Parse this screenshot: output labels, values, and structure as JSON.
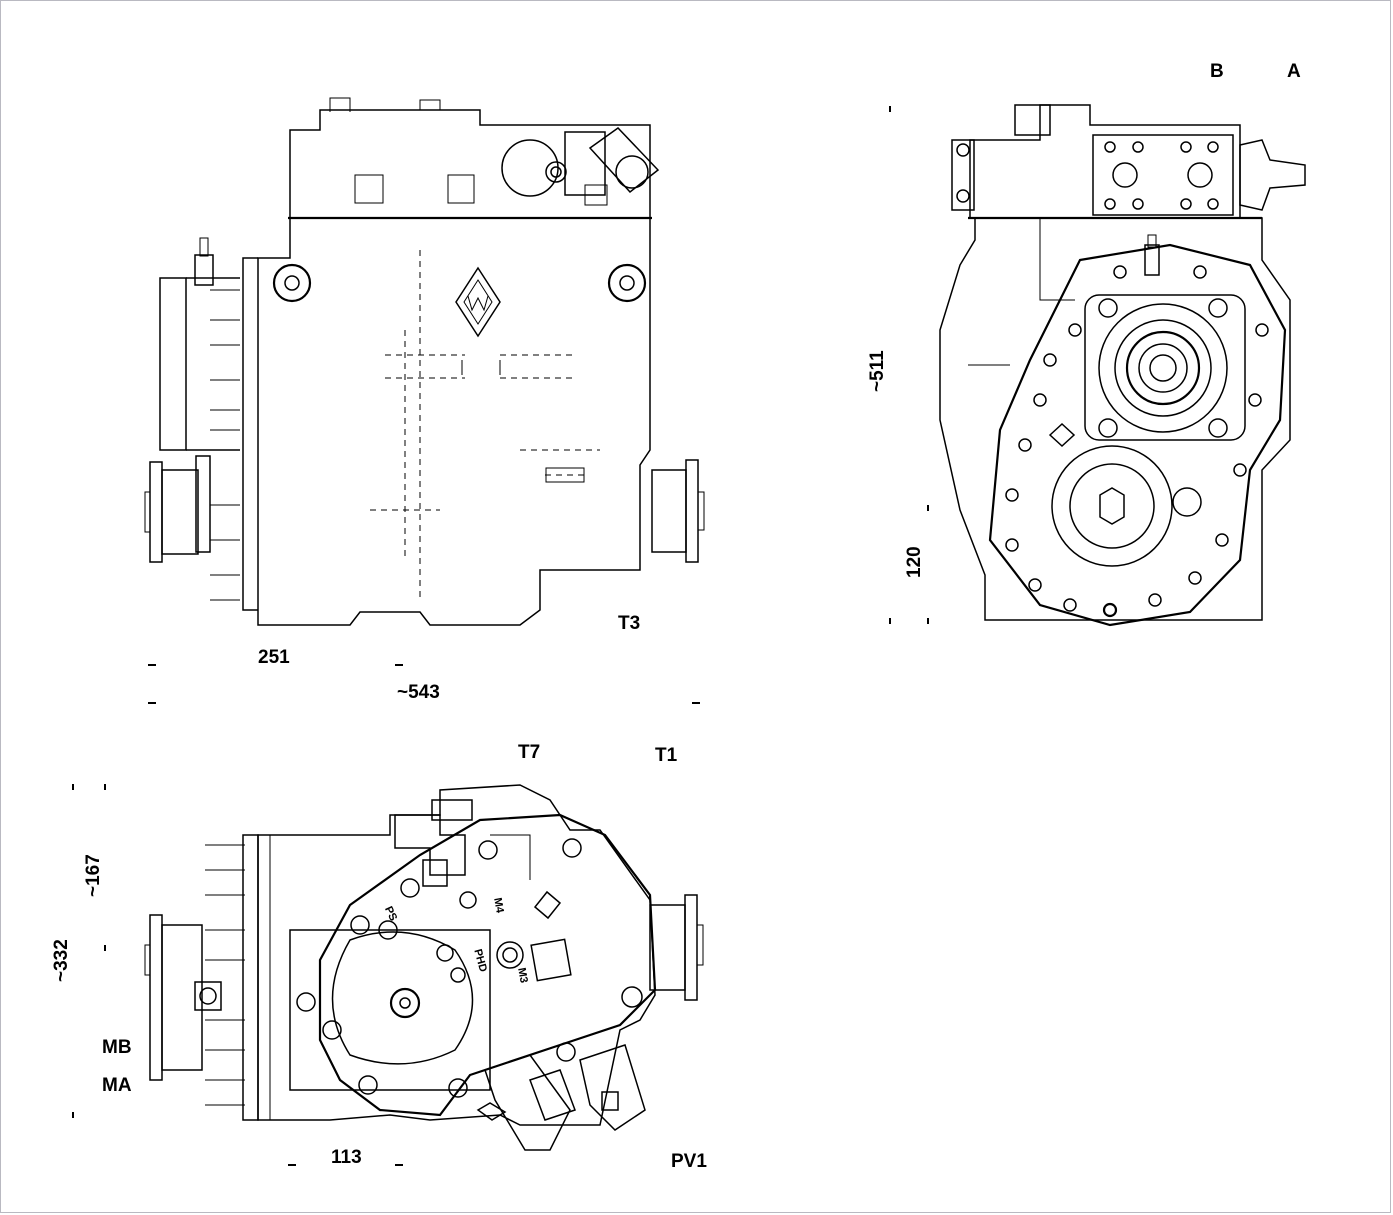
{
  "labels": {
    "port_b": "B",
    "port_a": "A",
    "dim_511": "~511",
    "dim_120": "120",
    "port_t3": "T3",
    "dim_251": "251",
    "dim_543": "~543",
    "port_t7": "T7",
    "port_t1": "T1",
    "dim_167": "~167",
    "dim_332": "~332",
    "port_mb": "MB",
    "port_ma": "MA",
    "dim_113": "113",
    "port_pv1": "PV1"
  },
  "engraved": {
    "ps": "PS",
    "m4": "M4",
    "phd": "PHD",
    "m3": "M3"
  },
  "colors": {
    "frame_border": "#b9b9c1",
    "ink": "#000000",
    "background": "#ffffff"
  }
}
